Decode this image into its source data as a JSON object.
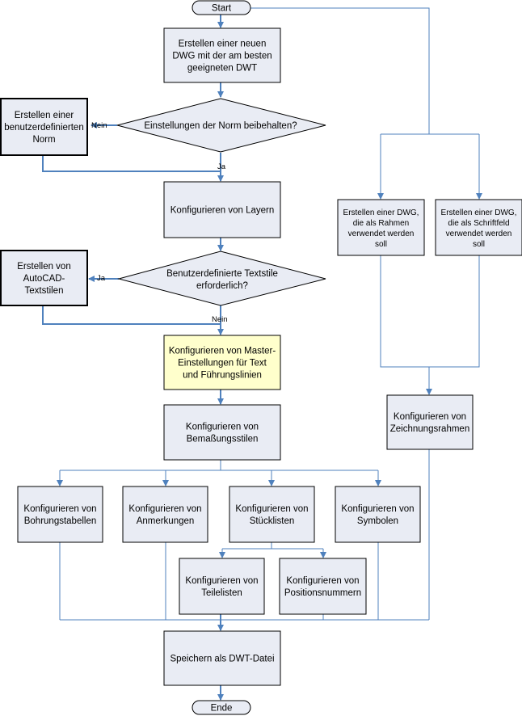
{
  "terminals": {
    "start": "Start",
    "end": "Ende"
  },
  "steps": {
    "create_dwg": [
      "Erstellen einer neuen",
      "DWG mit der am besten",
      "geeigneten DWT"
    ],
    "custom_norm": [
      "Erstellen einer",
      "benutzerdefinierten",
      "Norm"
    ],
    "layers": [
      "Konfigurieren von Layern"
    ],
    "autocad_textstyles": [
      "Erstellen von",
      "AutoCAD-",
      "Textstilen"
    ],
    "master_settings": [
      "Konfigurieren von Master-",
      "Einstellungen für Text",
      "und Führungslinien"
    ],
    "dim_styles": [
      "Konfigurieren von",
      "Bemaßungsstilen"
    ],
    "bore_tables": [
      "Konfigurieren von",
      "Bohrungstabellen"
    ],
    "annotations": [
      "Konfigurieren von",
      "Anmerkungen"
    ],
    "bom": [
      "Konfigurieren von",
      "Stücklisten"
    ],
    "symbols": [
      "Konfigurieren von",
      "Symbolen"
    ],
    "part_lists": [
      "Konfigurieren von",
      "Teilelisten"
    ],
    "balloons": [
      "Konfigurieren von",
      "Positionsnummern"
    ],
    "save_dwt": [
      "Speichern als DWT-Datei"
    ],
    "frame_dwg": [
      "Erstellen einer DWG,",
      "die als Rahmen",
      "verwendet werden",
      "soll"
    ],
    "titleblock_dwg": [
      "Erstellen einer DWG,",
      "die als Schriftfeld",
      "verwendet werden",
      "soll"
    ],
    "drawing_frames": [
      "Konfigurieren von",
      "Zeichnungsrahmen"
    ]
  },
  "decisions": {
    "keep_norm": [
      "Einstellungen der Norm beibehalten?"
    ],
    "custom_textstyles": [
      "Benutzerdefinierte Textstile",
      "erforderlich?"
    ]
  },
  "labels": {
    "no1": "Nein",
    "yes1": "Ja",
    "yes2": "Ja",
    "no2": "Nein"
  },
  "colors": {
    "box_fill": "#e9ecf4",
    "highlight_fill": "#ffffcc",
    "line": "#4f81bd",
    "thin_line": "#7f9fcf"
  }
}
